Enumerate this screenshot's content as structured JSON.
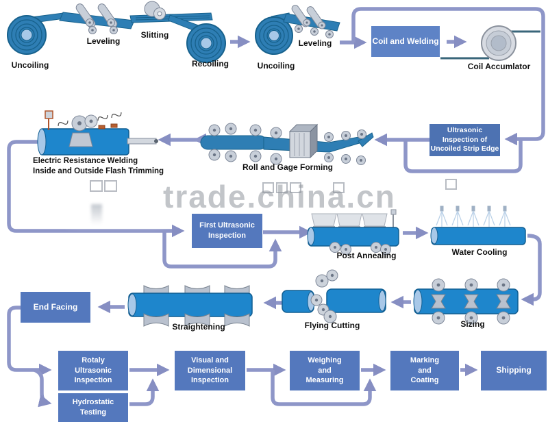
{
  "watermark": "trade.china.cn",
  "colors": {
    "flow_line": "#8E96C8",
    "arrowhead": "#868EC2",
    "process_box": "#5478BD",
    "pipe_blue": "#1E86CC",
    "strip_blue": "#2E7EB4",
    "roller_gray": "#C8CFD9"
  },
  "stages": {
    "uncoiling1": "Uncoiling",
    "leveling1": "Leveling",
    "slitting": "Slitting",
    "recoiling": "Recoiling",
    "uncoiling2": "Uncoiling",
    "leveling2": "Leveling",
    "coil_welding": "Coil and Welding",
    "coil_accumulator": "Coil Accumlator",
    "ultrasonic_edge": [
      "Ultrasonic",
      "Inspection of",
      "Uncoiled Strip Edge"
    ],
    "erw_line1": "Electric Resistance Welding",
    "erw_line2": "Inside and Outside Flash Trimming",
    "roll_forming": "Roll and Gage Forming",
    "first_ultrasonic": [
      "First Ultrasonic",
      "Inspection"
    ],
    "post_annealing": "Post Annealing",
    "water_cooling": "Water Cooling",
    "sizing": "Sizing",
    "flying_cutting": "Flying Cutting",
    "straightening": "Straightening",
    "end_facing": "End Facing",
    "rotary_ultrasonic": [
      "Rotaly",
      "Ultrasonic",
      "Inspection"
    ],
    "hydrostatic": [
      "Hydrostatic",
      "Testing"
    ],
    "visual_dimensional": [
      "Visual and",
      "Dimensional",
      "Inspection"
    ],
    "weighing": [
      "Weighing",
      "and",
      "Measuring"
    ],
    "marking": [
      "Marking",
      "and",
      "Coating"
    ],
    "shipping": "Shipping"
  }
}
